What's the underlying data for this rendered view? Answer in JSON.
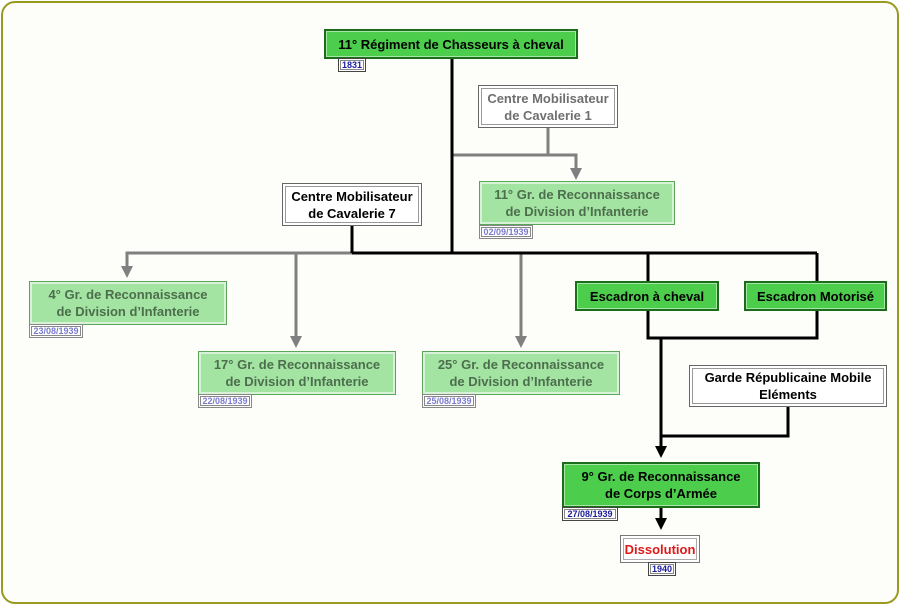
{
  "colors": {
    "frame": "#9a9a20",
    "dark_green": "#4cce4c",
    "light_green": "#a3e4a3",
    "line_black": "#000000",
    "line_grey": "#808080",
    "dissolution_red": "#e01818"
  },
  "nodes": {
    "regiment": {
      "line1": "11° Régiment de Chasseurs à cheval",
      "date": "1831"
    },
    "cmc1": {
      "line1": "Centre Mobilisateur",
      "line2": "de Cavalerie 1"
    },
    "gr11": {
      "line1": "11° Gr. de Reconnaissance",
      "line2": "de Division d’Infanterie",
      "date": "02/09/1939"
    },
    "cmc7": {
      "line1": "Centre Mobilisateur",
      "line2": "de Cavalerie 7"
    },
    "gr4": {
      "line1": "4° Gr. de Reconnaissance",
      "line2": "de Division d’Infanterie",
      "date": "23/08/1939"
    },
    "gr17": {
      "line1": "17° Gr. de Reconnaissance",
      "line2": "de Division d’Infanterie",
      "date": "22/08/1939"
    },
    "gr25": {
      "line1": "25° Gr. de Reconnaissance",
      "line2": "de Division d’Infanterie",
      "date": "25/08/1939"
    },
    "esc_cheval": {
      "line1": "Escadron à cheval"
    },
    "esc_moto": {
      "line1": "Escadron Motorisé"
    },
    "garde": {
      "line1": "Garde Républicaine Mobile",
      "line2": "Eléments"
    },
    "gr9": {
      "line1": "9° Gr. de Reconnaissance",
      "line2": "de Corps d’Armée",
      "date": "27/08/1939"
    },
    "dissolution": {
      "line1": "Dissolution",
      "date": "1940"
    }
  }
}
